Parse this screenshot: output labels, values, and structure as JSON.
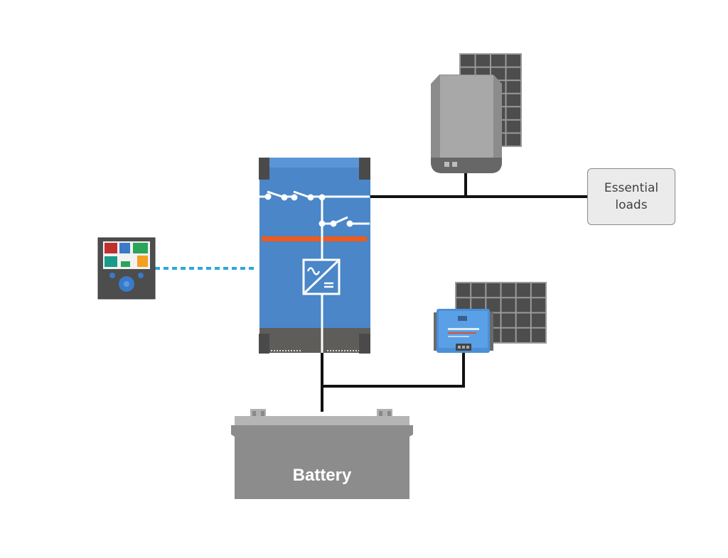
{
  "diagram": {
    "title": "Off-grid system with inverter/charger, PV inverter, MPPT solar charger and battery",
    "components": {
      "gx_display": {
        "name": "GX touch display",
        "screen_tiles": [
          "red",
          "blue",
          "green",
          "teal",
          "green",
          "orange"
        ]
      },
      "inverter_charger": {
        "name": "Inverter/charger",
        "symbol": "AC/DC conversion"
      },
      "pv_inverter": {
        "name": "PV inverter"
      },
      "pv_array_ac": {
        "name": "Solar panel (AC-coupled)",
        "cols": 4,
        "rows": 7
      },
      "mppt": {
        "name": "MPPT solar charge controller"
      },
      "pv_array_dc": {
        "name": "Solar panel (DC-coupled)",
        "cols": 6,
        "rows": 4
      },
      "essential_loads": {
        "line1": "Essential",
        "line2": "loads"
      },
      "battery": {
        "label": "Battery"
      }
    },
    "connections": [
      {
        "from": "inverter_charger",
        "to": "essential_loads",
        "type": "AC"
      },
      {
        "from": "pv_inverter",
        "to": "essential_loads",
        "type": "AC"
      },
      {
        "from": "inverter_charger",
        "to": "battery",
        "type": "DC"
      },
      {
        "from": "mppt",
        "to": "battery",
        "type": "DC"
      },
      {
        "from": "gx_display",
        "to": "inverter_charger",
        "type": "communication"
      }
    ],
    "colors": {
      "inverter_blue": "#4a86c8",
      "inverter_top": "#5b95d6",
      "accent_orange": "#f05a1a",
      "cable": "#111111",
      "comm_line": "#29a8e0",
      "battery_body": "#8c8c8c",
      "battery_lid": "#b5b5b5",
      "panel_cell": "#4d4d4d",
      "pv_inverter_body": "#a6a6a6"
    }
  }
}
